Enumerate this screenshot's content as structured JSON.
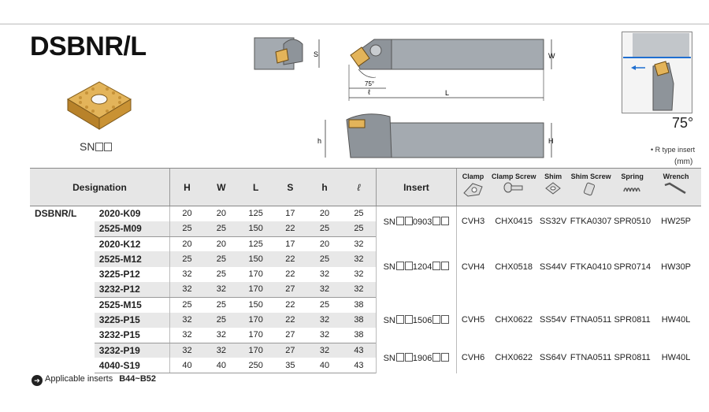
{
  "title": "DSBNR/L",
  "insert_label": "SN",
  "angle": "75°",
  "rtype_note": "• R type insert",
  "unit": "(mm)",
  "drawing_labels": {
    "S": "S",
    "W": "W",
    "L": "L",
    "h": "h",
    "H": "H",
    "angle": "75°",
    "ell": "ℓ"
  },
  "headers": {
    "designation": "Designation",
    "H": "H",
    "W": "W",
    "L": "L",
    "S": "S",
    "h": "h",
    "ell": "ℓ",
    "insert": "Insert",
    "clamp": "Clamp",
    "clamp_screw": "Clamp Screw",
    "shim": "Shim",
    "shim_screw": "Shim Screw",
    "spring": "Spring",
    "wrench": "Wrench"
  },
  "series": "DSBNR/L",
  "rows": [
    {
      "code": "2020-K09",
      "H": "20",
      "W": "20",
      "L": "125",
      "S": "17",
      "h": "20",
      "ell": "25"
    },
    {
      "code": "2525-M09",
      "H": "25",
      "W": "25",
      "L": "150",
      "S": "22",
      "h": "25",
      "ell": "25"
    },
    {
      "code": "2020-K12",
      "H": "20",
      "W": "20",
      "L": "125",
      "S": "17",
      "h": "20",
      "ell": "32"
    },
    {
      "code": "2525-M12",
      "H": "25",
      "W": "25",
      "L": "150",
      "S": "22",
      "h": "25",
      "ell": "32"
    },
    {
      "code": "3225-P12",
      "H": "32",
      "W": "25",
      "L": "170",
      "S": "22",
      "h": "32",
      "ell": "32"
    },
    {
      "code": "3232-P12",
      "H": "32",
      "W": "32",
      "L": "170",
      "S": "27",
      "h": "32",
      "ell": "32"
    },
    {
      "code": "2525-M15",
      "H": "25",
      "W": "25",
      "L": "150",
      "S": "22",
      "h": "25",
      "ell": "38"
    },
    {
      "code": "3225-P15",
      "H": "32",
      "W": "25",
      "L": "170",
      "S": "22",
      "h": "32",
      "ell": "38"
    },
    {
      "code": "3232-P15",
      "H": "32",
      "W": "32",
      "L": "170",
      "S": "27",
      "h": "32",
      "ell": "38"
    },
    {
      "code": "3232-P19",
      "H": "32",
      "W": "32",
      "L": "170",
      "S": "27",
      "h": "32",
      "ell": "43"
    },
    {
      "code": "4040-S19",
      "H": "40",
      "W": "40",
      "L": "250",
      "S": "35",
      "h": "40",
      "ell": "43"
    }
  ],
  "groups": [
    {
      "insert_a": "SN",
      "insert_b": "0903",
      "clamp": "CVH3",
      "clamp_screw": "CHX0415",
      "shim": "SS32V",
      "shim_screw": "FTKA0307",
      "spring": "SPR0510",
      "wrench": "HW25P"
    },
    {
      "insert_a": "SN",
      "insert_b": "1204",
      "clamp": "CVH4",
      "clamp_screw": "CHX0518",
      "shim": "SS44V",
      "shim_screw": "FTKA0410",
      "spring": "SPR0714",
      "wrench": "HW30P"
    },
    {
      "insert_a": "SN",
      "insert_b": "1506",
      "clamp": "CVH5",
      "clamp_screw": "CHX0622",
      "shim": "SS54V",
      "shim_screw": "FTNA0511",
      "spring": "SPR0811",
      "wrench": "HW40L"
    },
    {
      "insert_a": "SN",
      "insert_b": "1906",
      "clamp": "CVH6",
      "clamp_screw": "CHX0622",
      "shim": "SS64V",
      "shim_screw": "FTNA0511",
      "spring": "SPR0811",
      "wrench": "HW40L"
    }
  ],
  "footer": {
    "text": "Applicable inserts",
    "range": "B44~B52",
    "icon": "arrow-right-circle-icon"
  },
  "colors": {
    "insert_gold": "#d9a441",
    "holder_gray": "#9aa0a6",
    "header_bg": "#e6e6e6",
    "accent_blue": "#1f6fd0"
  }
}
